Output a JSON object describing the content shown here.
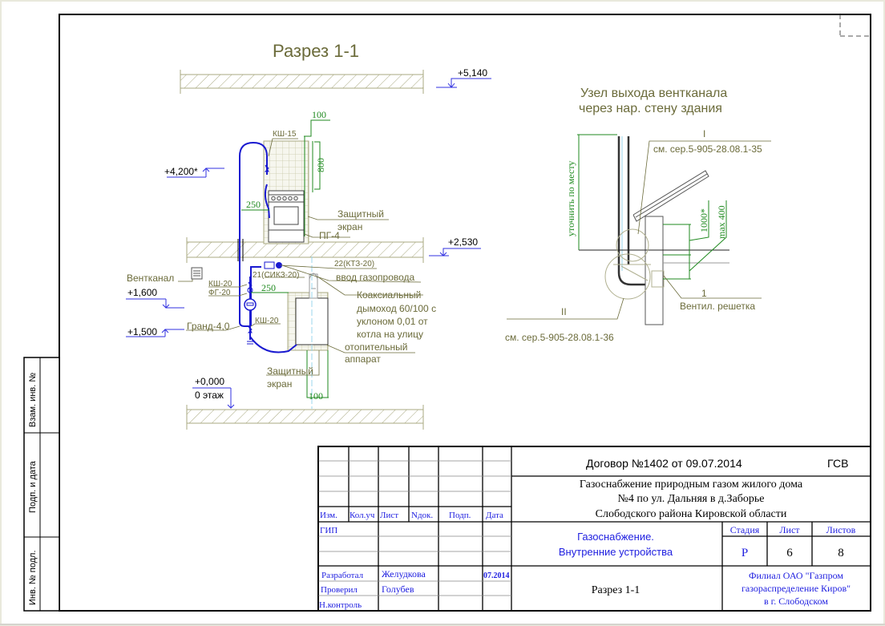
{
  "drawing": {
    "section_title": "Разрез 1-1",
    "node_title_line1": "Узел выхода вентканала",
    "node_title_line2": "через нар. стену здания",
    "levels": {
      "top": "+5,140",
      "l4200": "+4,200*",
      "l2530": "+2,530",
      "l1600": "+1,600",
      "l1500": "+1,500",
      "l0": "+0,000",
      "floor_label": "0 этаж"
    },
    "dims": {
      "d100_top": "100",
      "d800": "800",
      "d250_top": "250",
      "d250_bottom": "250",
      "d100_bottom": "100",
      "d1000": "1000*",
      "dmax400": "max 400",
      "clarify": "уточнить по месту"
    },
    "callouts": {
      "ksh15": "КШ-15",
      "protective_screen_1_l1": "Защитный",
      "protective_screen_1_l2": "экран",
      "pg4": "ПГ-4",
      "kt3": "22(КТЗ-20)",
      "gas_input": "ввод газопровода",
      "sikz": "21(СИКЗ-20)",
      "ventkanal": "Вентканал",
      "ksh20a": "КШ-20",
      "fg20": "ФГ-20",
      "coax_l1": "Коаксиальный",
      "coax_l2": "дымоход 60/100 с",
      "coax_l3": "уклоном 0,01 от",
      "coax_l4": "котла на улицу",
      "grand": "Гранд-4,0",
      "ksh20b": "КШ-20",
      "heater_l1": "отопительный",
      "heater_l2": "аппарат",
      "protective_screen_2_l1": "Защитный",
      "protective_screen_2_l2": "экран",
      "node1_mark": "I",
      "node1_ref": "см. сер.5-905-28.08.1-35",
      "node2_mark": "II",
      "node2_ref": "см. сер.5-905-28.08.1-36",
      "grille_mark": "1",
      "grille": "Вентил. решетка"
    }
  },
  "side_stamp": {
    "cells": [
      "Взам. инв. №",
      "Подп. и дата",
      "Инв. № подл."
    ]
  },
  "title_block": {
    "rev_headers": [
      "Изм.",
      "Кол.уч",
      "Лист",
      "Nдок.",
      "Подп.",
      "Дата"
    ],
    "roles": {
      "gip": "ГИП",
      "developer_role": "Разработал",
      "developer_name": "Желудкова",
      "developer_date": "07.2014",
      "checker_role": "Проверил",
      "checker_name": "Голубев",
      "normcontrol": "Н.контроль"
    },
    "contract": "Договор №1402   от 09.07.2014",
    "code": "ГСВ",
    "project_l1": "Газоснабжение природным газом жилого дома",
    "project_l2": "№4 по ул. Дальняя в д.Заборье",
    "project_l3": "Слободского района Кировской области",
    "section_l1": "Газоснабжение.",
    "section_l2": "Внутренние устройства",
    "stage_header": "Стадия",
    "sheet_header": "Лист",
    "sheets_header": "Листов",
    "stage": "Р",
    "sheet": "6",
    "sheets": "8",
    "sheet_name": "Разрез 1-1",
    "org_l1": "Филиал ОАО \"Газпром",
    "org_l2": "газораспределение Киров\"",
    "org_l3": "в г. Слободском"
  }
}
